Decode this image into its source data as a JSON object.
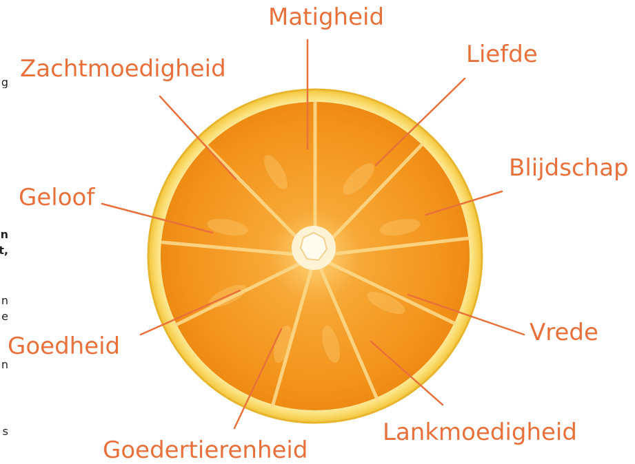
{
  "colors": {
    "label": "#E8703A",
    "leader_line": "#E8703A",
    "rind": "#F6D24C",
    "pith": "#FFF4C2",
    "flesh": "#F49A1E",
    "membrane": "#FCD98A"
  },
  "labels": {
    "matigheid": "Matigheid",
    "zachtmoedigheid": "Zachtmoedigheid",
    "liefde": "Liefde",
    "blijdschap": "Blijdschap",
    "geloof": "Geloof",
    "vrede": "Vrede",
    "goedheid": "Goedheid",
    "lankmoedigheid": "Lankmoedigheid",
    "goedertierenheid": "Goedertierenheid"
  },
  "cropped_left_text": {
    "f1": "g",
    "f2": "n",
    "f3": "t,",
    "f4": "n",
    "f5": "e",
    "f6": "n",
    "f7": "s"
  }
}
